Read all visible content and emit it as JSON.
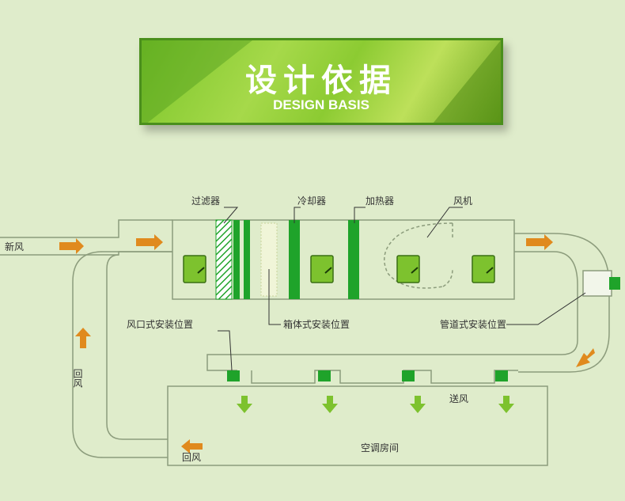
{
  "banner": {
    "title": "设计依据",
    "subtitle": "DESIGN BASIS"
  },
  "labels": {
    "fresh_air": "新风",
    "return_air_vertical": "回风",
    "filter": "过滤器",
    "cooler": "冷却器",
    "heater": "加热器",
    "fan": "风机",
    "outlet_install": "风口式安装位置",
    "box_install": "箱体式安装位置",
    "duct_install": "管道式安装位置",
    "supply_air": "送风",
    "return_air": "回风",
    "ac_room": "空调房间"
  },
  "colors": {
    "accent_green": "#1fa32a",
    "arrow_orange": "#e08a1e",
    "line": "#8c9c7c"
  }
}
